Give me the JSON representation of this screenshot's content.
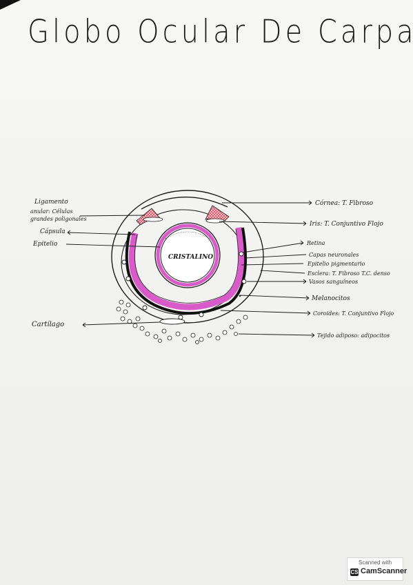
{
  "title": "Globo Ocular De Carpa",
  "diagram": {
    "lens_label": "CRISTALINO",
    "labels": {
      "ligamento_1": "Ligamento",
      "ligamento_2": "anular: Células",
      "ligamento_3": "grandes poligonales",
      "capsula": "Cápsula",
      "epitelio": "Epitelio",
      "cartilago": "Cartílago",
      "cornea": "Córnea: T. Fibroso",
      "iris": "Iris: T. Conjuntivo Flojo",
      "retina": "Retina",
      "capas_neuronales": "Capas neuronales",
      "epitelio_pigmentario": "Epitelio pigmentario",
      "esclera": "Esclera: T. Fibroso T.C. denso",
      "vasos": "Vasos sanguíneos",
      "melanocitos": "Melanocitos",
      "coroides": "Coroides: T. Conjuntivo Flojo",
      "tejido_adiposo": "Tejido adiposo: adipocitos"
    }
  },
  "badge": {
    "small": "Scanned with",
    "brand": "CamScanner",
    "logo": "CS"
  },
  "colors": {
    "ink": "#1b1b1b",
    "retina_pink": "#d95bc9",
    "iris_red": "#d6334a"
  }
}
